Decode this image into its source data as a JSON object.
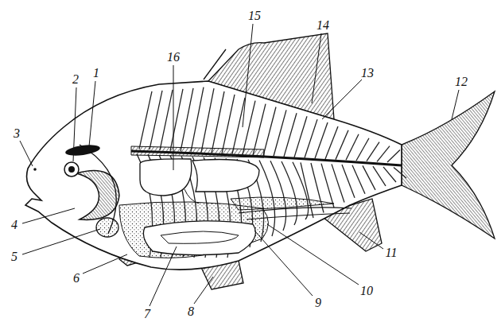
{
  "diagram": {
    "labels": [
      "1",
      "2",
      "3",
      "4",
      "5",
      "6",
      "7",
      "8",
      "9",
      "10",
      "11",
      "12",
      "13",
      "14",
      "15",
      "16"
    ]
  }
}
